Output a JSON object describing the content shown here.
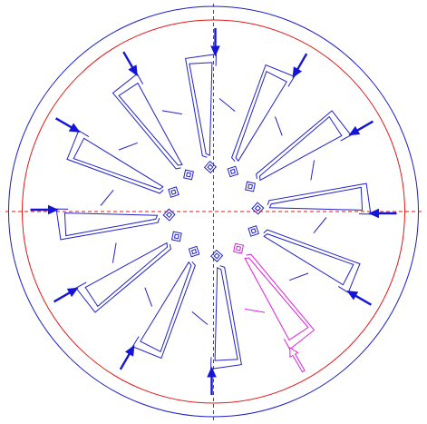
{
  "diagram": {
    "colors": {
      "outer_circle": "#1c1cc8",
      "inner_circle": "#e01818",
      "centerline": "#e01818",
      "segment": "#2222c8",
      "segment_selected": "#dd22dd",
      "arrow": "#1515d8",
      "arrow_selected": "#dd22dd",
      "background": "#ffffff"
    },
    "centerline_style": "dashed",
    "segment_count": 12,
    "selected_segment": 2,
    "segments": [
      {
        "id": 0,
        "state": "marked",
        "direction": "clockwise"
      },
      {
        "id": 1,
        "state": "marked",
        "direction": "clockwise"
      },
      {
        "id": 2,
        "state": "selected",
        "direction": "clockwise"
      },
      {
        "id": 3,
        "state": "marked",
        "direction": "clockwise"
      },
      {
        "id": 4,
        "state": "marked",
        "direction": "clockwise"
      },
      {
        "id": 5,
        "state": "marked",
        "direction": "clockwise"
      },
      {
        "id": 6,
        "state": "marked",
        "direction": "clockwise"
      },
      {
        "id": 7,
        "state": "marked",
        "direction": "clockwise"
      },
      {
        "id": 8,
        "state": "marked",
        "direction": "clockwise"
      },
      {
        "id": 9,
        "state": "marked",
        "direction": "clockwise"
      },
      {
        "id": 10,
        "state": "marked",
        "direction": "clockwise"
      },
      {
        "id": 11,
        "state": "marked",
        "direction": "clockwise"
      }
    ]
  }
}
